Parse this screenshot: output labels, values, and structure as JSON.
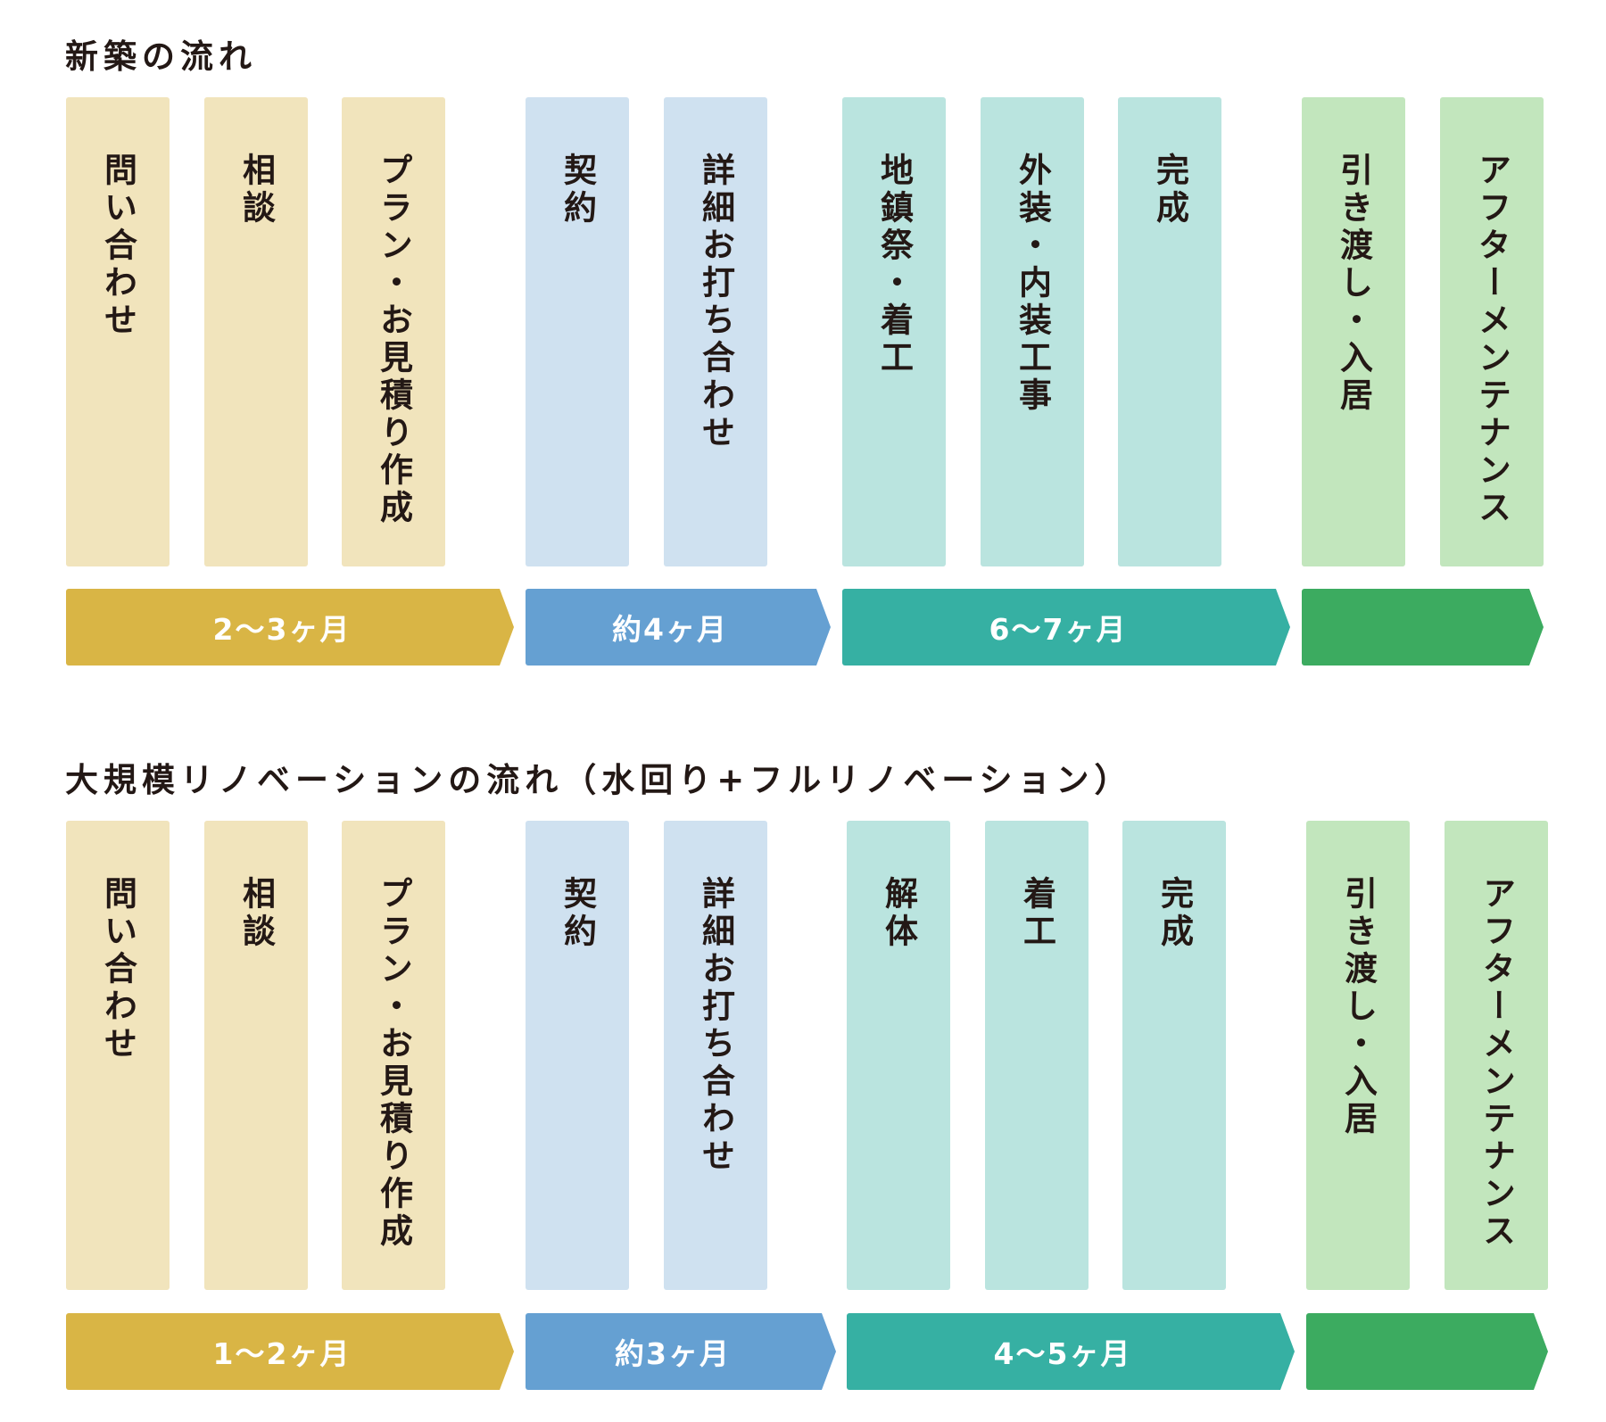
{
  "flows": [
    {
      "title": "新築の流れ",
      "steps": [
        "問い合わせ",
        "相談",
        "プラン・お見積り作成",
        "契約",
        "詳細お打ち合わせ",
        "地鎮祭・着工",
        "外装・内装工事",
        "完成",
        "引き渡し・入居",
        "アフターメンテナンス"
      ],
      "durations": [
        "2〜3ヶ月",
        "約4ヶ月",
        "6〜7ヶ月",
        ""
      ]
    },
    {
      "title": "大規模リノベーションの流れ（水回り+フルリノベーション）",
      "steps": [
        "問い合わせ",
        "相談",
        "プラン・お見積り作成",
        "契約",
        "詳細お打ち合わせ",
        "解体",
        "着工",
        "完成",
        "引き渡し・入居",
        "アフターメンテナンス"
      ],
      "durations": [
        "1〜2ヶ月",
        "約3ヶ月",
        "4〜5ヶ月",
        ""
      ]
    }
  ],
  "colors": {
    "phase1_box": "#f1e4bc",
    "phase2_box": "#cfe1f0",
    "phase3_box": "#bae4df",
    "phase4_box": "#c2e6bd",
    "phase1_arrow": "#d9b545",
    "phase2_arrow": "#65a0d2",
    "phase3_arrow": "#36b0a3",
    "phase4_arrow": "#3cab60"
  }
}
